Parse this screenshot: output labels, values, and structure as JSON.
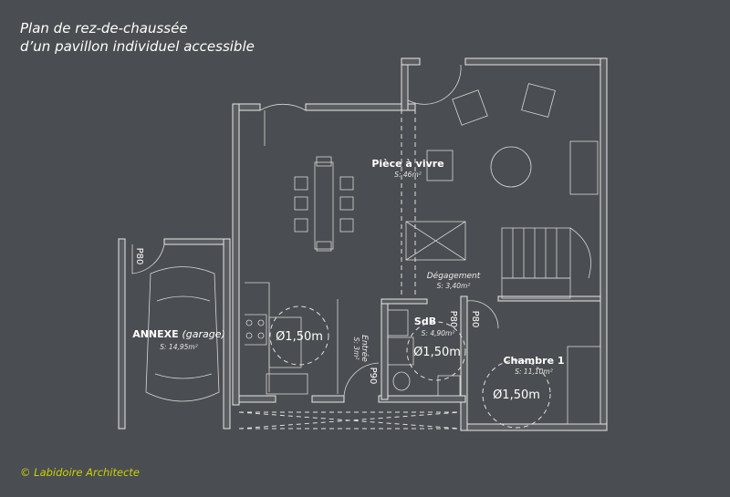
{
  "title": {
    "line1": "Plan de rez-de-chaussée",
    "line2": "d’un pavillon individuel accessible"
  },
  "rooms": {
    "living": {
      "name": "Pièce à vivre",
      "area": "S: 46m²"
    },
    "hall": {
      "name": "Dégagement",
      "area": "S: 3,40m²"
    },
    "bath": {
      "name": "SdB",
      "area": "S: 4,90m²"
    },
    "bedroom": {
      "name": "Chambre 1",
      "area": "S: 11,10m²"
    },
    "annex": {
      "name": "ANNEXE",
      "qualifier": "(garage)",
      "area": "S: 14,95m²"
    },
    "entry": {
      "name": "Entrée",
      "area": "S: 3m²"
    }
  },
  "turning_circles": [
    "Ø1,50m",
    "Ø1,50m",
    "Ø1,50m"
  ],
  "doors": [
    "P80",
    "P80",
    "P80",
    "P90"
  ],
  "copyright": "© Labidoire Architecte",
  "colors": {
    "background": "#4a4d51",
    "lines": "#e8e8e8",
    "copyright": "#c8d400"
  }
}
